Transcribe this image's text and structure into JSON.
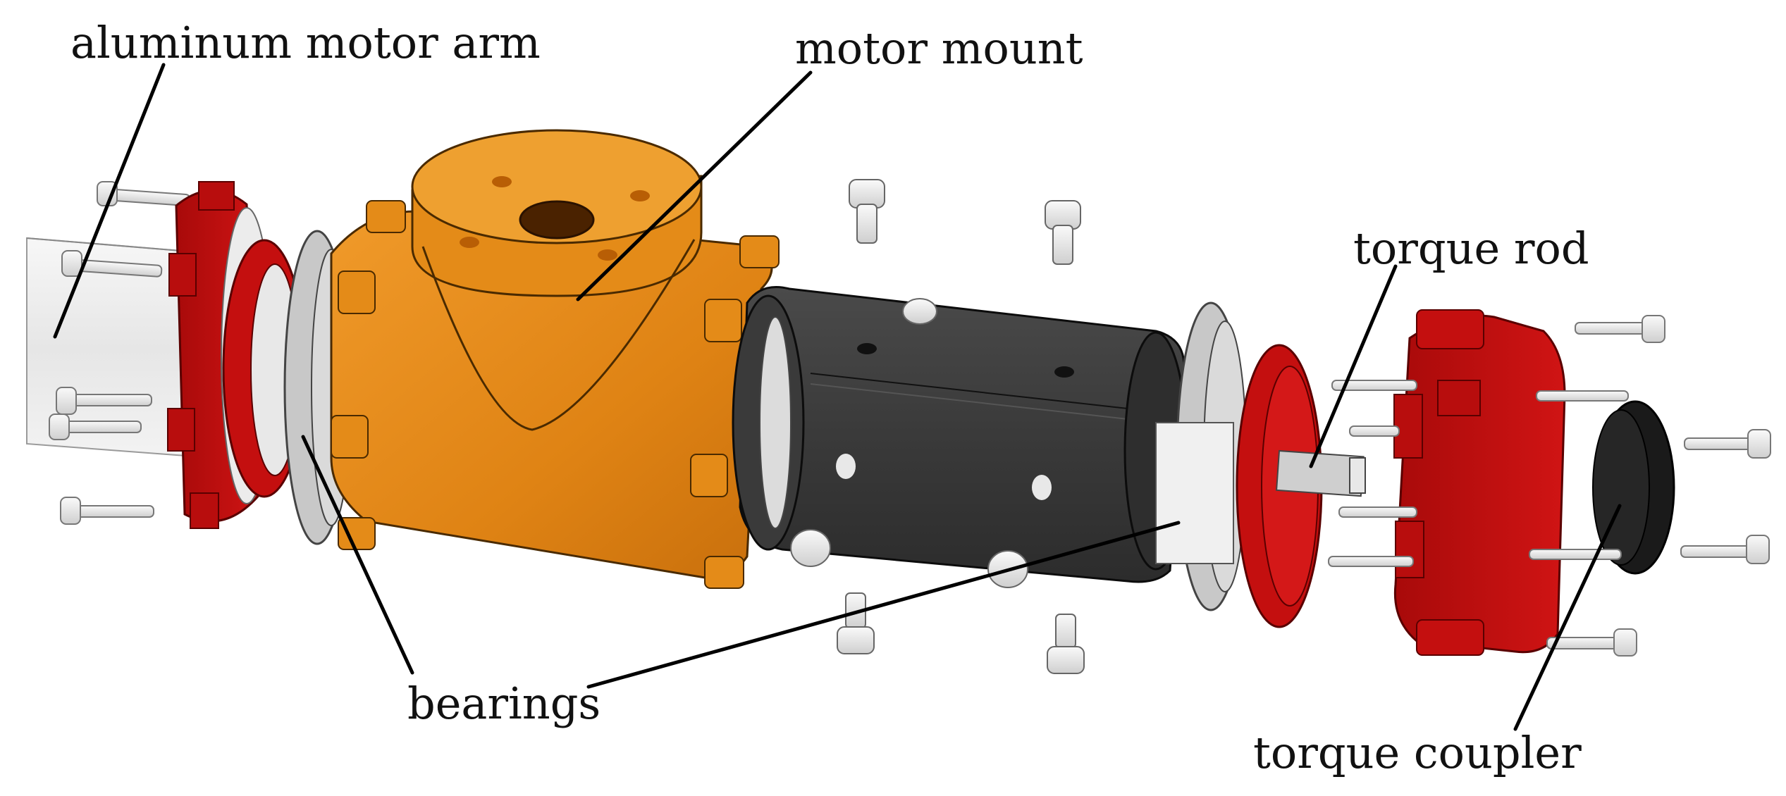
{
  "labels": {
    "aluminum_motor_arm": "aluminum motor arm",
    "motor_mount": "motor mount",
    "torque_rod": "torque rod",
    "bearings": "bearings",
    "torque_coupler": "torque coupler"
  },
  "colors": {
    "motor_mount": "#e08515",
    "red_parts": "#c40f0f",
    "dark_housing": "#3c3c3c",
    "bearing_grey": "#bfbfbf",
    "coupler_black": "#151515",
    "arm_white": "#f0f0f0"
  }
}
